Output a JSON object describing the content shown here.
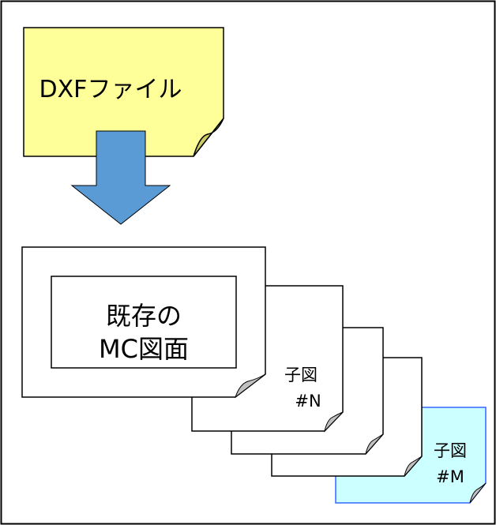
{
  "diagram": {
    "source_file": {
      "label": "DXFファイル"
    },
    "existing_drawing": {
      "line1": "既存の",
      "line2": "MC図面"
    },
    "child_drawing_n": {
      "line1": "子図",
      "line2": "#N"
    },
    "child_drawing_m": {
      "line1": "子図",
      "line2": "#M"
    }
  },
  "colors": {
    "note_fill": "#FFFF99",
    "arrow_fill": "#5B9BD5",
    "child_m_fill": "#CCFFFF",
    "child_m_border": "#3366FF",
    "fold_fill": "#C0C0C0",
    "note_fold_fill": "#CCCC66"
  }
}
